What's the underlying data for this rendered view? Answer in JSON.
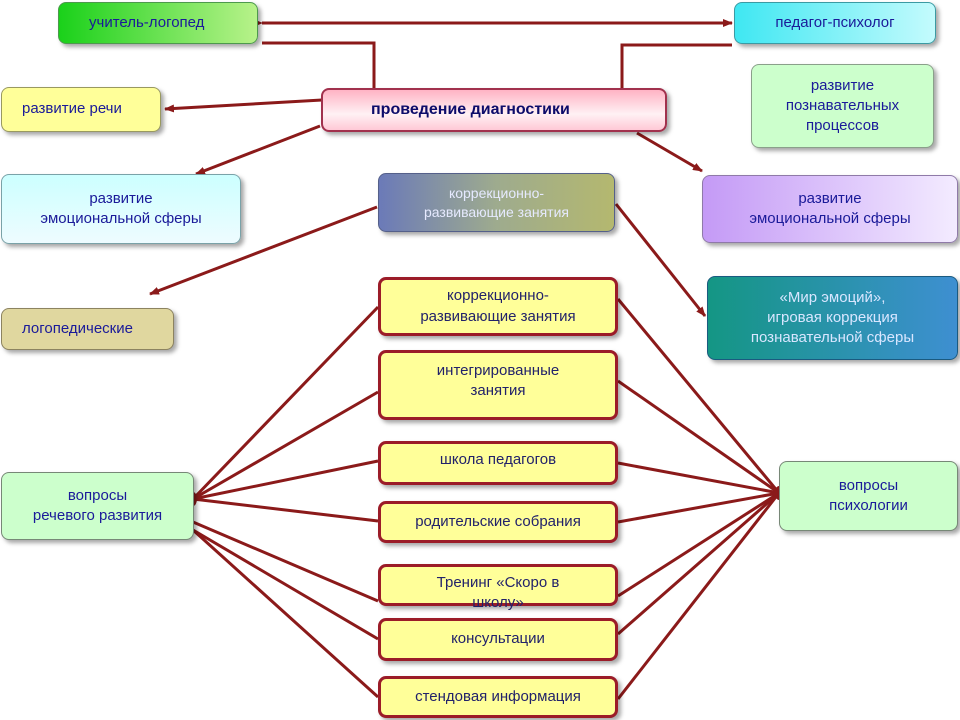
{
  "nodes": {
    "speech_therapist": "учитель-логопед",
    "psychologist": "педагог-психолог",
    "diagnostics": "проведение диагностики",
    "speech_development": "развитие речи",
    "cognitive_development": "развитие\nпознавательных\nпроцессов",
    "emotional_left": "развитие\nэмоциональной сферы",
    "correction_top": "коррекционно-\nразвивающие занятия",
    "emotional_right": "развитие\nэмоциональной сферы",
    "logopedic": "логопедические",
    "emotions_world": "«Мир эмоций»,\nигровая коррекция\nпознавательной сферы",
    "speech_questions": "вопросы\nречевого развития",
    "psychology_questions": "вопросы\nпсихологии",
    "correction_classes": "коррекционно-\nразвивающие занятия",
    "integrated_classes": "интегрированные\nзанятия",
    "teachers_school": "школа педагогов",
    "parent_meetings": "родительские собрания",
    "training": "Тренинг  «Скоро в\nшколу»",
    "consultations": "консультации",
    "stand_info": "стендовая информация"
  },
  "colors": {
    "connector": "#8b1a1a",
    "yellow_fill": "#ffff99",
    "yellow_border": "#9b1c28"
  }
}
